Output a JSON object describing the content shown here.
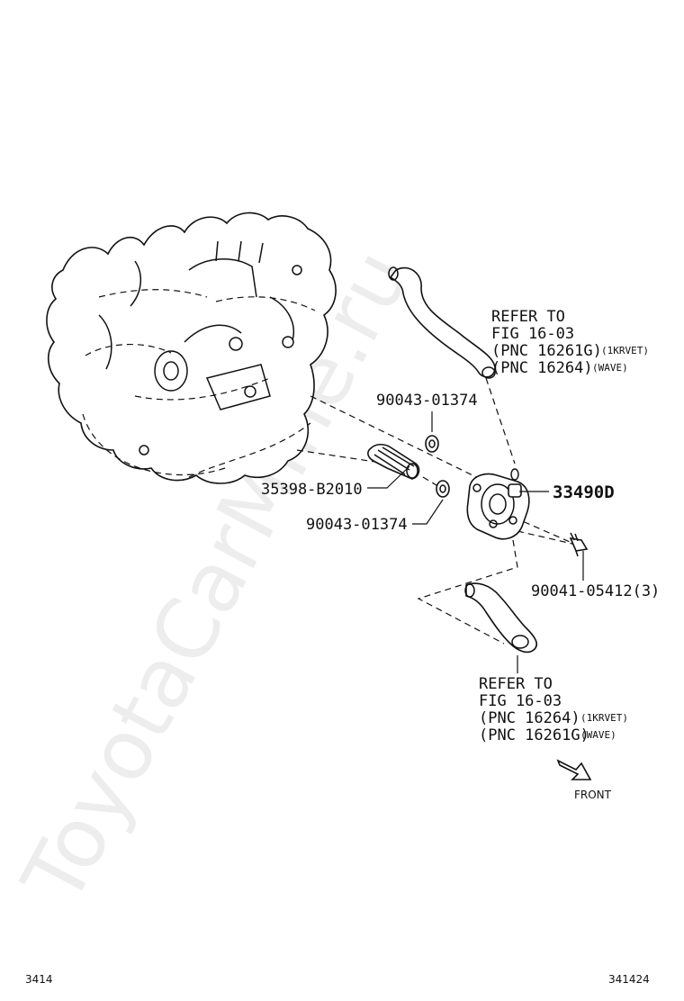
{
  "watermark": "ToyotaCarMine.ru",
  "labels": {
    "refer_top": {
      "line1": "REFER TO",
      "line2": "FIG 16-03",
      "line3_main": "(PNC 16261G)",
      "line3_note": "(1KRVET)",
      "line4_main": "(PNC 16264)",
      "line4_note": "(WAVE)"
    },
    "refer_bottom": {
      "line1": "REFER TO",
      "line2": "FIG 16-03",
      "line3_main": "(PNC 16264)",
      "line3_note": "(1KRVET)",
      "line4_main": "(PNC 16261G)",
      "line4_note": "(WAVE)"
    },
    "gasket_upper": "90043-01374",
    "gasket_lower": "90043-01374",
    "pipe": "35398-B2010",
    "cooler": "33490D",
    "bolt": "90041-05412(3)",
    "front": "FRONT"
  },
  "footer": {
    "left": "3414",
    "right": "341424"
  },
  "icons": {
    "front_arrow": "front-arrow-icon"
  }
}
